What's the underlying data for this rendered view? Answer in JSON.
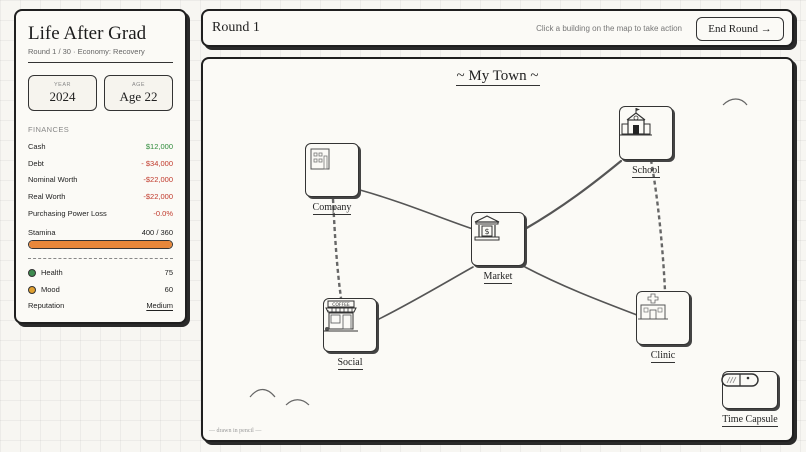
{
  "sidebar": {
    "title": "Life After Grad",
    "subtitle": "Round 1 / 30 · Economy: Recovery",
    "year_label": "YEAR",
    "year_value": "2024",
    "age_label": "AGE",
    "age_value": "Age 22",
    "finances_heading": "FINANCES",
    "finances": [
      {
        "label": "Cash",
        "value": "$12,000"
      },
      {
        "label": "Debt",
        "value": "- $34,000"
      },
      {
        "label": "Nominal Worth",
        "value": "-$22,000"
      },
      {
        "label": "Real Worth",
        "value": "-$22,000"
      },
      {
        "label": "Purchasing Power Loss",
        "value": "-0.0%"
      }
    ],
    "stamina_label": "Stamina",
    "stamina_value": "400 / 360",
    "stamina_fraction": 1.0,
    "health_label": "Health",
    "health_value": "75",
    "mood_label": "Mood",
    "mood_value": "60",
    "reputation_label": "Reputation",
    "reputation_value": "Medium"
  },
  "topbar": {
    "round_title": "Round 1",
    "hint": "Click a building on the map to take action",
    "end_round_label": "End Round →"
  },
  "map": {
    "title": "~ My Town ~",
    "buildings": {
      "company": "Company",
      "market": "Market",
      "school": "School",
      "social": "Social",
      "clinic": "Clinic",
      "time_capsule": "Time Capsule"
    },
    "footer": "— drawn in pencil —"
  },
  "colors": {
    "positive": "#2e8b3a",
    "negative": "#c0392b",
    "stamina": "#e8873a",
    "health": "#3d8b4f",
    "mood": "#e0a030"
  }
}
